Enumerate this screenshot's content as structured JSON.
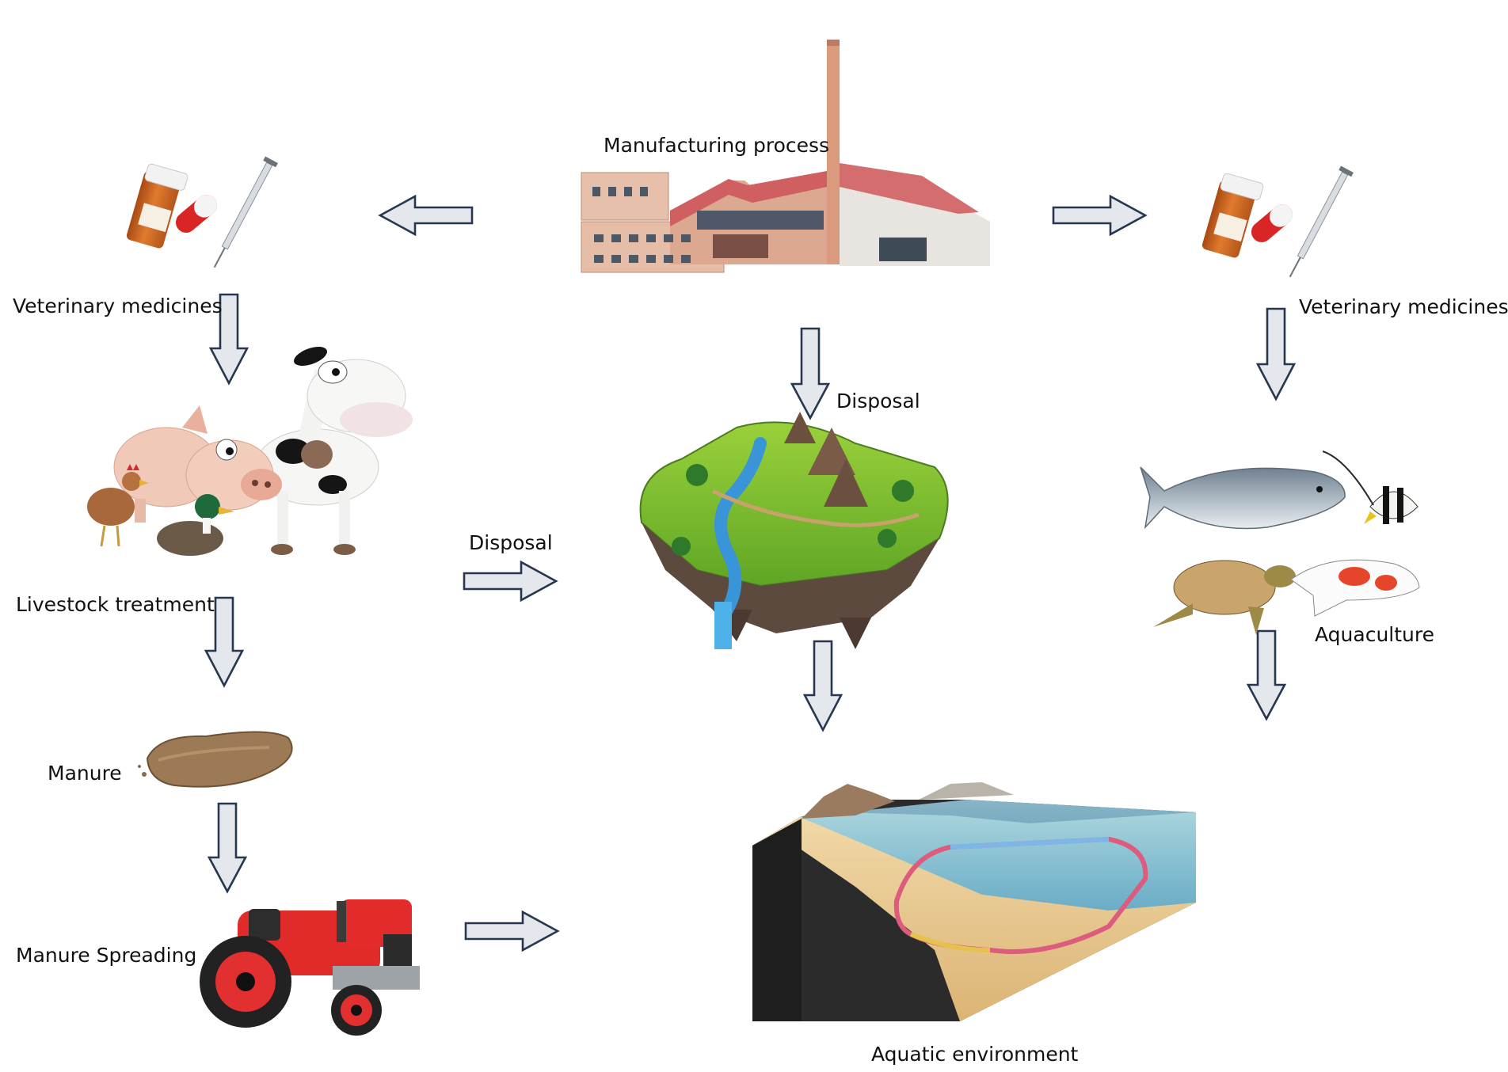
{
  "diagram": {
    "nodes": {
      "manufacturing": "Manufacturing process",
      "vet_left": "Veterinary medicines",
      "vet_right": "Veterinary medicines",
      "livestock": "Livestock treatment",
      "manure": "Manure",
      "spreading": "Manure Spreading",
      "aquaculture": "Aquaculture",
      "aquatic": "Aquatic environment"
    },
    "edge_labels": {
      "disposal_top": "Disposal",
      "disposal_left": "Disposal"
    },
    "edges": [
      {
        "from": "manufacturing",
        "to": "vet_left"
      },
      {
        "from": "manufacturing",
        "to": "vet_right"
      },
      {
        "from": "manufacturing",
        "to": "land",
        "label": "disposal_top"
      },
      {
        "from": "vet_left",
        "to": "livestock"
      },
      {
        "from": "livestock",
        "to": "manure"
      },
      {
        "from": "manure",
        "to": "spreading"
      },
      {
        "from": "livestock",
        "to": "land",
        "label": "disposal_left"
      },
      {
        "from": "spreading",
        "to": "aquatic"
      },
      {
        "from": "land",
        "to": "aquatic"
      },
      {
        "from": "vet_right",
        "to": "aquaculture"
      },
      {
        "from": "aquaculture",
        "to": "aquatic"
      }
    ],
    "colors": {
      "arrow_fill": "#e4e7eb",
      "arrow_stroke": "#26374f"
    },
    "icons": [
      "factory-icon",
      "medicine-bottle-icon",
      "capsule-icon",
      "syringe-icon",
      "livestock-icon",
      "manure-icon",
      "tractor-icon",
      "floating-island-icon",
      "fish-icon",
      "aquatic-block-icon"
    ]
  }
}
